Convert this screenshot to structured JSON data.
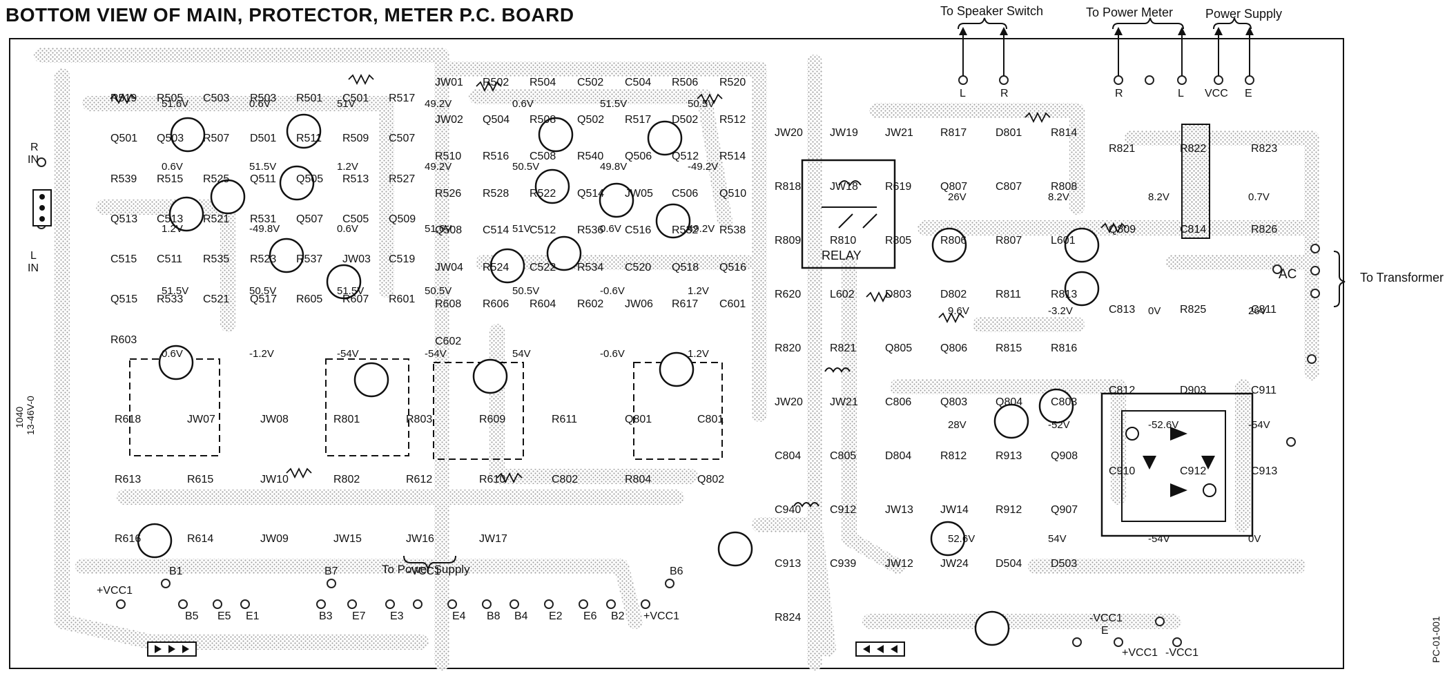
{
  "title": "BOTTOM VIEW OF MAIN, PROTECTOR, METER P.C. BOARD",
  "annotations": {
    "speaker_switch": "To Speaker Switch",
    "power_meter": "To Power Meter",
    "power_supply_top": "Power Supply",
    "to_transformer": "To Transformer",
    "ac": "AC",
    "to_power_supply_bottom": "To Power Supply",
    "relay": "RELAY",
    "vertical_marking_1": "1040",
    "vertical_marking_2": "13-46V-0",
    "vertical_marking_3": "PC-01-001"
  },
  "connector_pins_top": [
    "L",
    "R",
    "R",
    "L",
    "VCC",
    "E"
  ],
  "left_input": {
    "r": "R",
    "in1": "IN",
    "l": "L",
    "in2": "IN"
  },
  "component_labels": [
    "R519",
    "R505",
    "C503",
    "R503",
    "R501",
    "C501",
    "R517",
    "Q501",
    "Q503",
    "R507",
    "D501",
    "R511",
    "R509",
    "C507",
    "R539",
    "R515",
    "R525",
    "Q511",
    "Q505",
    "R513",
    "R527",
    "Q513",
    "C513",
    "R521",
    "R531",
    "Q507",
    "C505",
    "Q509",
    "C515",
    "C511",
    "R535",
    "R523",
    "R537",
    "JW03",
    "C519",
    "Q515",
    "R533",
    "C521",
    "Q517",
    "R605",
    "R607",
    "R601",
    "R603",
    "JW01",
    "R502",
    "R504",
    "C502",
    "C504",
    "R506",
    "R520",
    "JW02",
    "Q504",
    "R508",
    "Q502",
    "R517",
    "D502",
    "R512",
    "R510",
    "R516",
    "C508",
    "R540",
    "Q506",
    "Q512",
    "R514",
    "R526",
    "R528",
    "R522",
    "Q514",
    "JW05",
    "C506",
    "Q510",
    "Q508",
    "C514",
    "C512",
    "R536",
    "C516",
    "R532",
    "R538",
    "JW04",
    "R524",
    "C522",
    "R534",
    "C520",
    "Q518",
    "Q516",
    "R608",
    "R606",
    "R604",
    "R602",
    "JW06",
    "R617",
    "C601",
    "C602",
    "R618",
    "JW07",
    "JW08",
    "R801",
    "R803",
    "R609",
    "R611",
    "Q801",
    "C801",
    "R613",
    "R615",
    "JW10",
    "R802",
    "R612",
    "R610",
    "C802",
    "R804",
    "Q802",
    "R616",
    "R614",
    "JW09",
    "JW15",
    "JW16",
    "JW17",
    "JW20",
    "JW19",
    "JW21",
    "R817",
    "D801",
    "R814",
    "R818",
    "JW18",
    "R619",
    "Q807",
    "C807",
    "R808",
    "R809",
    "R810",
    "R805",
    "R806",
    "R807",
    "L601",
    "R620",
    "L602",
    "D803",
    "D802",
    "R811",
    "R813",
    "R820",
    "R821",
    "Q805",
    "Q806",
    "R815",
    "R816",
    "JW20",
    "JW21",
    "C806",
    "Q803",
    "Q804",
    "C803",
    "C804",
    "C805",
    "D804",
    "R812",
    "R913",
    "Q908",
    "C940",
    "C912",
    "JW13",
    "JW14",
    "R912",
    "Q907",
    "C913",
    "C939",
    "JW12",
    "JW24",
    "D504",
    "D503",
    "R824",
    "R821",
    "R822",
    "R823",
    "Q809",
    "C814",
    "R826",
    "C813",
    "R825",
    "C811",
    "C812",
    "D903",
    "C911",
    "C910",
    "C912",
    "C913"
  ],
  "pads_bottom": [
    "+VCC1",
    "B1",
    "B5",
    "E5",
    "E1",
    "B7",
    "B3",
    "E7",
    "E3",
    "-VCC1",
    "E4",
    "B8",
    "B4",
    "E2",
    "E6",
    "B2",
    "+VCC1",
    "B6"
  ],
  "pads_right_bottom": [
    "-VCC1",
    "+VCC1",
    "-VCC1",
    "E"
  ],
  "voltages": [
    "51.6V",
    "0.6V",
    "51V",
    "49.2V",
    "0.6V",
    "51.5V",
    "50.5V",
    "0.6V",
    "51.5V",
    "1.2V",
    "49.2V",
    "50.5V",
    "49.8V",
    "-49.2V",
    "1.2V",
    "-49.8V",
    "0.6V",
    "51.6V",
    "51V",
    "0.6V",
    "49.2V",
    "51.5V",
    "50.5V",
    "51.5V",
    "50.5V",
    "50.5V",
    "-0.6V",
    "1.2V",
    "0.6V",
    "-1.2V",
    "-54V",
    "-54V",
    "54V",
    "-0.6V",
    "1.2V",
    "26V",
    "8.2V",
    "8.2V",
    "0.7V",
    "9.6V",
    "-3.2V",
    "0V",
    "26V",
    "28V",
    "-52V",
    "-52.6V",
    "-54V",
    "52.6V",
    "54V",
    "-54V",
    "0V"
  ]
}
